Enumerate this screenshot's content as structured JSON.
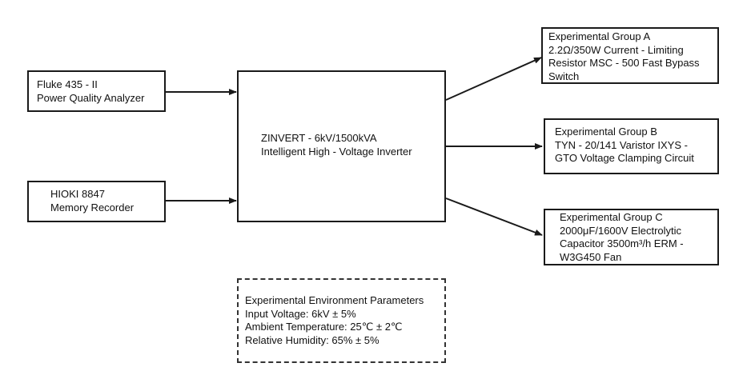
{
  "diagram": {
    "inputs": [
      {
        "lines": [
          "Fluke 435 - II",
          "Power Quality Analyzer"
        ]
      },
      {
        "lines": [
          "HIOKI 8847",
          "Memory Recorder"
        ]
      }
    ],
    "center": {
      "lines": [
        "ZINVERT - 6kV/1500kVA",
        "Intelligent High - Voltage Inverter"
      ]
    },
    "groups": [
      {
        "lines": [
          "Experimental Group A",
          "2.2Ω/350W Current - Limiting",
          "Resistor MSC - 500 Fast Bypass",
          "Switch"
        ]
      },
      {
        "lines": [
          "Experimental Group B",
          "TYN - 20/141 Varistor IXYS -",
          "GTO Voltage Clamping Circuit"
        ]
      },
      {
        "lines": [
          "Experimental Group C",
          "2000μF/1600V Electrolytic",
          "Capacitor 3500m³/h ERM -",
          "W3G450 Fan"
        ]
      }
    ],
    "environment": {
      "lines": [
        "Experimental Environment Parameters",
        "Input Voltage: 6kV ± 5%",
        "Ambient Temperature: 25℃ ± 2℃",
        "Relative Humidity: 65% ± 5%"
      ]
    }
  }
}
